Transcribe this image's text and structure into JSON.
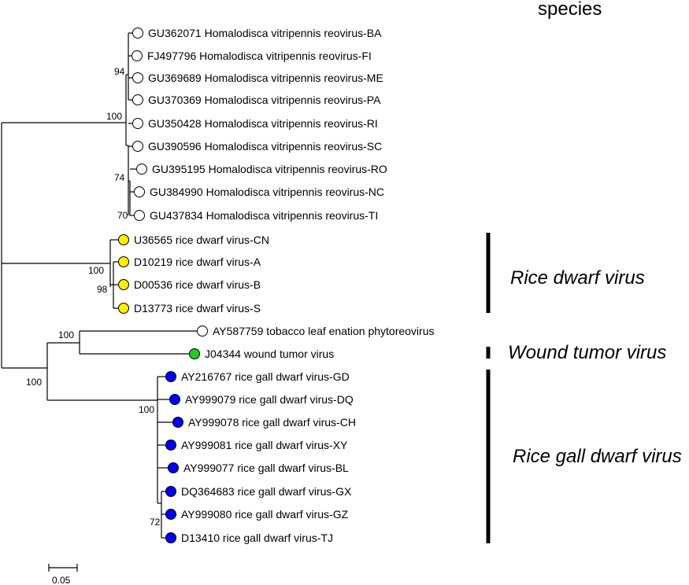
{
  "header": "species",
  "colors": {
    "homalodisca": "#ffffff",
    "rice_dwarf": "#ffee00",
    "wound_tumor": "#22cc22",
    "rice_gall": "#0000ee",
    "tobacco": "#ffffff"
  },
  "taxa": [
    {
      "label": "GU362071 Homalodisca vitripennis reovirus-BA",
      "group": "homalodisca"
    },
    {
      "label": "FJ497796 Homalodisca vitripennis reovirus-FI",
      "group": "homalodisca"
    },
    {
      "label": "GU369689 Homalodisca vitripennis reovirus-ME",
      "group": "homalodisca"
    },
    {
      "label": "GU370369 Homalodisca vitripennis reovirus-PA",
      "group": "homalodisca"
    },
    {
      "label": "GU350428 Homalodisca vitripennis reovirus-RI",
      "group": "homalodisca"
    },
    {
      "label": "GU390596 Homalodisca vitripennis reovirus-SC",
      "group": "homalodisca"
    },
    {
      "label": "GU395195 Homalodisca vitripennis reovirus-RO",
      "group": "homalodisca"
    },
    {
      "label": "GU384990 Homalodisca vitripennis reovirus-NC",
      "group": "homalodisca"
    },
    {
      "label": "GU437834 Homalodisca vitripennis reovirus-TI",
      "group": "homalodisca"
    },
    {
      "label": "U36565 rice dwarf virus-CN",
      "group": "rice_dwarf"
    },
    {
      "label": "D10219 rice dwarf virus-A",
      "group": "rice_dwarf"
    },
    {
      "label": "D00536 rice dwarf virus-B",
      "group": "rice_dwarf"
    },
    {
      "label": "D13773 rice dwarf virus-S",
      "group": "rice_dwarf"
    },
    {
      "label": "AY587759 tobacco leaf enation phytoreovirus",
      "group": "tobacco"
    },
    {
      "label": "J04344 wound tumor virus",
      "group": "wound_tumor"
    },
    {
      "label": "AY216767 rice gall dwarf virus-GD",
      "group": "rice_gall"
    },
    {
      "label": "AY999079 rice gall dwarf virus-DQ",
      "group": "rice_gall"
    },
    {
      "label": "AY999078 rice gall dwarf virus-CH",
      "group": "rice_gall"
    },
    {
      "label": "AY999081 rice gall dwarf virus-XY",
      "group": "rice_gall"
    },
    {
      "label": "AY999077 rice gall dwarf virus-BL",
      "group": "rice_gall"
    },
    {
      "label": "DQ364683 rice gall dwarf virus-GX",
      "group": "rice_gall"
    },
    {
      "label": "AY999080 rice gall dwarf virus-GZ",
      "group": "rice_gall"
    },
    {
      "label": "D13410 rice gall dwarf virus-TJ",
      "group": "rice_gall"
    }
  ],
  "bootstrap": [
    "94",
    "100",
    "74",
    "70",
    "100",
    "98",
    "100",
    "100",
    "100",
    "72"
  ],
  "species_groups": [
    "Rice dwarf virus",
    "Wound tumor virus",
    "Rice gall dwarf virus"
  ],
  "scale_bar": "0.05"
}
